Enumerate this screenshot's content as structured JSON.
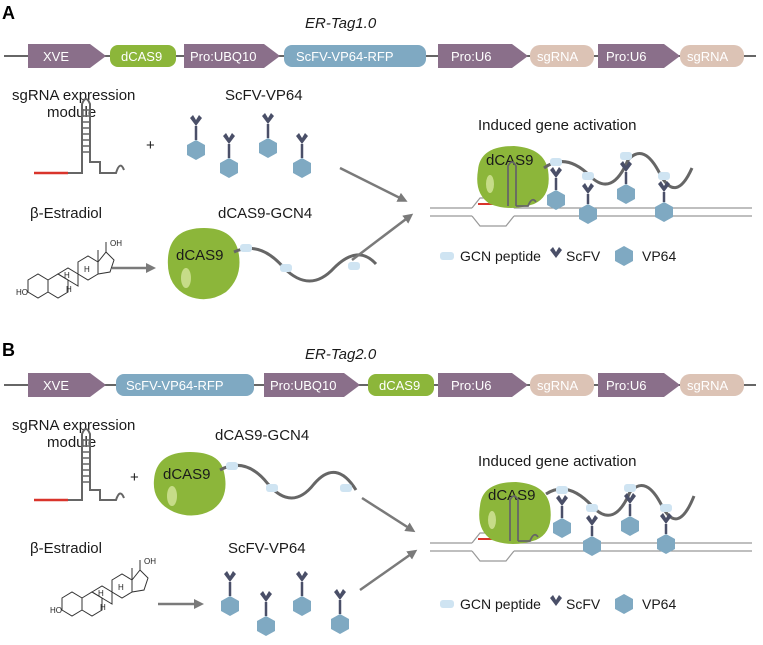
{
  "colors": {
    "arrow_gene": "#8a6f8a",
    "green": "#8cb63a",
    "green_highlight": "#c6dc88",
    "blue": "#7fa9c2",
    "sgrna_box": "#dcc3b5",
    "peptide": "#cfe4f2",
    "scfv": "#4a4f68",
    "vp64": "#7fa9c2",
    "red_seq": "#d9342b",
    "gray_line": "#666666",
    "arrow_gray": "#7a7a7a"
  },
  "panels": [
    {
      "id": "A",
      "letter": "A",
      "title": "ER-Tag1.0",
      "construct": [
        "XVE",
        "dCAS9",
        "Pro:UBQ10",
        "ScFV-VP64-RFP",
        "Pro:U6",
        "sgRNA",
        "Pro:U6",
        "sgRNA"
      ],
      "sgrna_label_1": "sgRNA expression",
      "sgrna_label_2": "module",
      "plus": "+",
      "top_mid_label": "ScFV-VP64",
      "estradiol_label": "β-Estradiol",
      "bottom_mid_label": "dCAS9-GCN4",
      "dcas9_text": "dCAS9",
      "dcas9_text_2": "dCAS9",
      "induced_label": "Induced gene activation",
      "legend": {
        "gcn": "GCN peptide",
        "scfv": "ScFV",
        "vp64": "VP64"
      },
      "mol": {
        "oh_top": "OH",
        "oh_left": "HO",
        "h1": "H",
        "h2": "H",
        "h3": "H"
      }
    },
    {
      "id": "B",
      "letter": "B",
      "title": "ER-Tag2.0",
      "construct": [
        "XVE",
        "ScFV-VP64-RFP",
        "Pro:UBQ10",
        "dCAS9",
        "Pro:U6",
        "sgRNA",
        "Pro:U6",
        "sgRNA"
      ],
      "sgrna_label_1": "sgRNA expression",
      "sgrna_label_2": "module",
      "plus": "+",
      "top_mid_label": "dCAS9-GCN4",
      "estradiol_label": "β-Estradiol",
      "bottom_mid_label": "ScFV-VP64",
      "dcas9_text": "dCAS9",
      "dcas9_text_2": "dCAS9",
      "induced_label": "Induced gene activation",
      "legend": {
        "gcn": "GCN peptide",
        "scfv": "ScFV",
        "vp64": "VP64"
      },
      "mol": {
        "oh_top": "OH",
        "oh_left": "HO",
        "h1": "H",
        "h2": "H",
        "h3": "H"
      }
    }
  ]
}
